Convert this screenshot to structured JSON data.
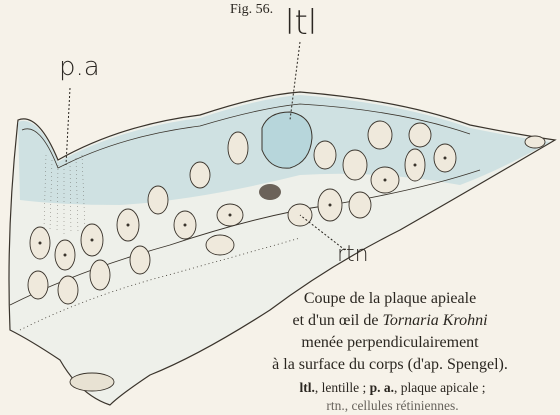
{
  "figure": {
    "number": "Fig. 56.",
    "labels": {
      "apical_plate": "p.a",
      "lens": "ltl",
      "retinal_cells": "rtn"
    },
    "caption": {
      "line1": "Coupe de la plaque apieale",
      "line2_prefix": "et d'un œil de ",
      "line2_italic": "Tornaria Krohni",
      "line3": "menée perpendiculairement",
      "line4": "à la surface du corps (d'ap. Spengel)."
    },
    "legend": {
      "ltl_abbr": "ltl.",
      "ltl_text": ", lentille ; ",
      "pa_abbr": "p. a.",
      "pa_text": ", plaque apicale ;",
      "line2": "rtn., cellules rétiniennes."
    },
    "colors": {
      "paper": "#f6f2e9",
      "tissue_wash": "#b7d6db",
      "ink": "#2a2620"
    }
  }
}
